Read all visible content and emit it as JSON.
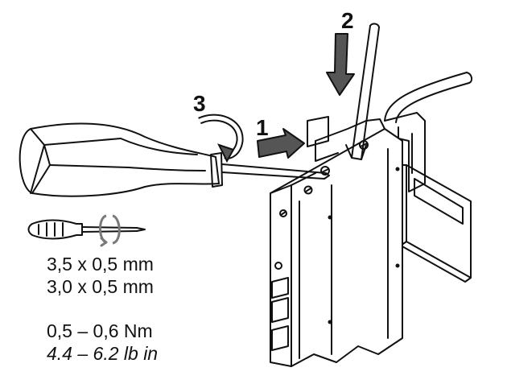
{
  "steps": {
    "step1": "1",
    "step2": "2",
    "step3": "3"
  },
  "specs": {
    "screwdriver_size_1": "3,5 x 0,5 mm",
    "screwdriver_size_2": "3,0 x 0,5 mm",
    "torque_nm": "0,5 – 0,6 Nm",
    "torque_lbin": "4.4 – 6.2 lb in"
  },
  "colors": {
    "line": "#111111",
    "arrow_fill": "#555555",
    "rotation_arrow": "#7a7a7a",
    "background": "#ffffff"
  },
  "icons": [
    "screwdriver-icon",
    "rotation-arrow-icon",
    "push-arrow-icon",
    "down-arrow-icon"
  ]
}
